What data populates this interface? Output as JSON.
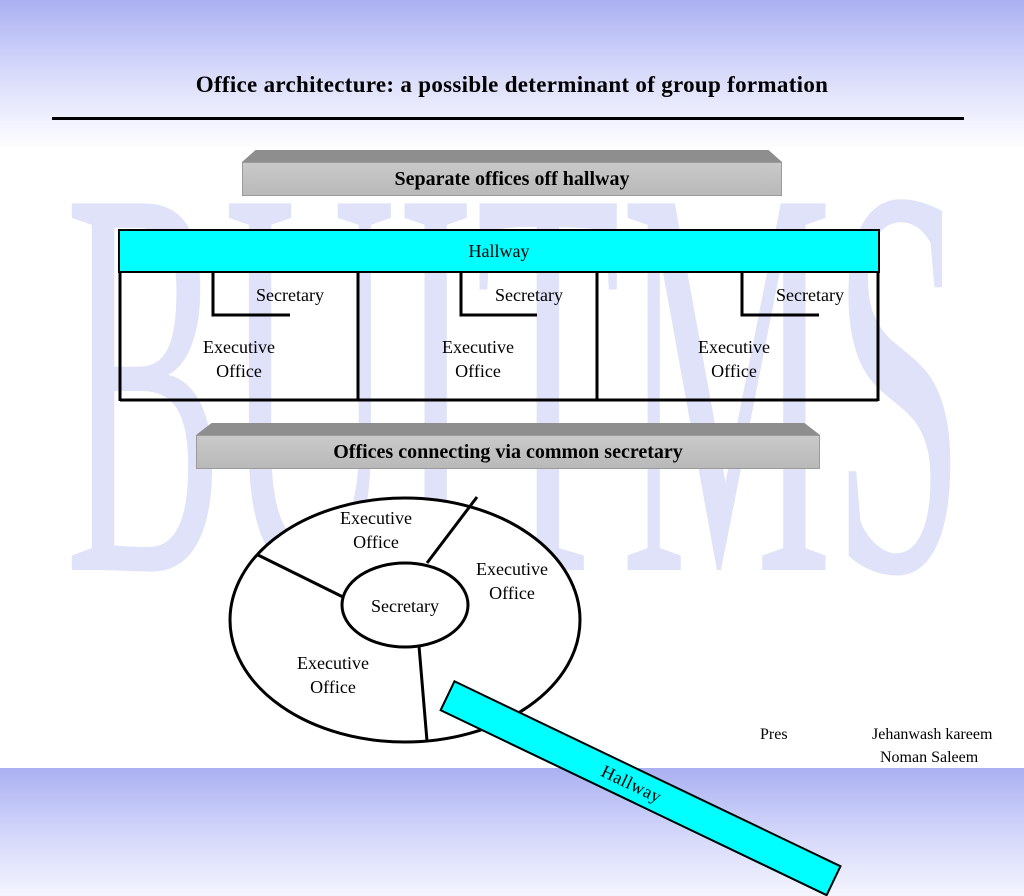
{
  "slide": {
    "title": "Office architecture: a possible determinant of group formation",
    "watermark_text": "BUITMS"
  },
  "section1": {
    "banner": "Separate offices off hallway",
    "hallway_label": "Hallway",
    "offices": [
      {
        "secretary": "Secretary",
        "executive_line1": "Executive",
        "executive_line2": "Office"
      },
      {
        "secretary": "Secretary",
        "executive_line1": "Executive",
        "executive_line2": "Office"
      },
      {
        "secretary": "Secretary",
        "executive_line1": "Executive",
        "executive_line2": "Office"
      }
    ]
  },
  "section2": {
    "banner": "Offices connecting via common secretary",
    "center_label": "Secretary",
    "hallway_label": "Hallway",
    "offices": [
      {
        "line1": "Executive",
        "line2": "Office"
      },
      {
        "line1": "Executive",
        "line2": "Office"
      },
      {
        "line1": "Executive",
        "line2": "Office"
      }
    ]
  },
  "footer": {
    "presenter_fragment": "Pres",
    "line1": "Jehanwash kareem",
    "line2": "Noman Saleem"
  },
  "colors": {
    "hallway": "#00ffff",
    "banner_face": "#c2c2c2",
    "watermark": "#d8dcf6"
  }
}
